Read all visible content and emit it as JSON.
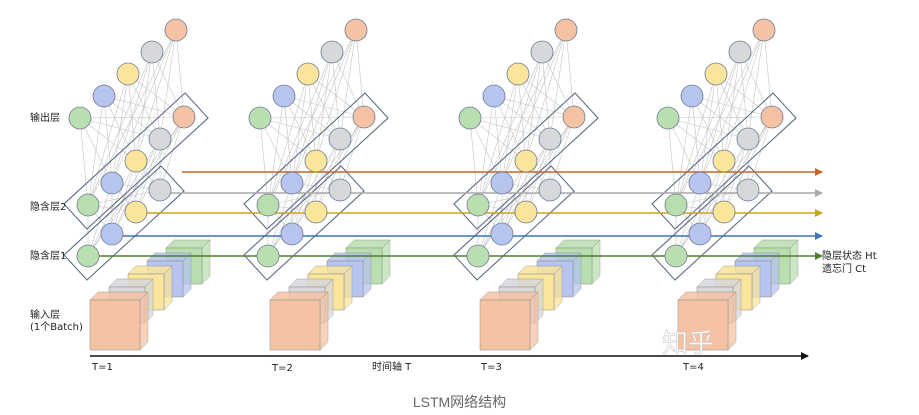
{
  "labels": {
    "output_layer": "输出层",
    "hidden_layer_2": "隐含层2",
    "hidden_layer_1": "隐含层1",
    "input_layer": "输入层",
    "input_batch": "(1个Batch)",
    "time_axis": "时间轴 T",
    "hidden_state": "隐层状态 Ht",
    "forget_gate": "遗忘门 Ct",
    "watermark": "知乎"
  },
  "timesteps": [
    "T=1",
    "T=2",
    "T=3",
    "T=4"
  ],
  "caption": "LSTM网络结构",
  "colors": {
    "green": "#b9deb0",
    "blue": "#b6c4ef",
    "yellow": "#fae59a",
    "gray": "#d6d8db",
    "peach": "#f6c2a4",
    "orange_arrow": "#c8662a",
    "gray_arrow": "#a9a9a9",
    "yellow_arrow": "#caa51f",
    "blue_arrow": "#3b73b6",
    "green_arrow": "#4f7e2d"
  }
}
